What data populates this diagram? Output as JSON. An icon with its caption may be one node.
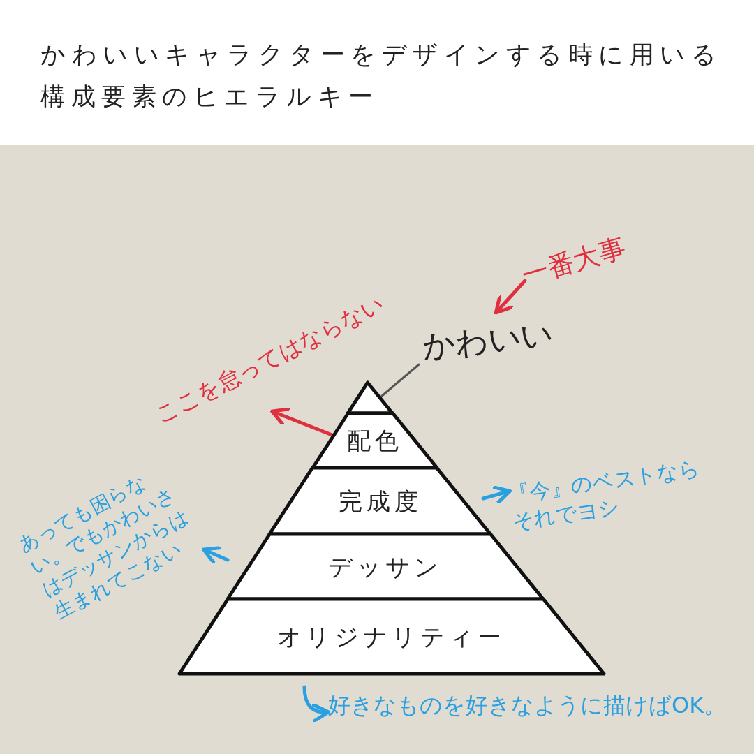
{
  "diagram": {
    "title": "かわいいキャラクターをデザインする時に用いる構成要素のヒエラルキー",
    "nodes": [
      {
        "text": [
          "かわいい"
        ]
      },
      {
        "text": [],
        "shape": "triangle"
      },
      {
        "text": [
          "配色"
        ]
      },
      {
        "text": [
          "完成度"
        ]
      },
      {
        "text": [
          "デッサン"
        ]
      },
      {
        "text": [
          "オリジナリティー"
        ]
      },
      {
        "text": [
          "一番大事"
        ]
      },
      {
        "text": [
          "ここを怠ってはならない"
        ]
      },
      {
        "text": [
          "『今』のベストならそれでヨシ"
        ]
      },
      {
        "text": [
          "あっても困らない。でもかわいさはデッサンからは生まれてこない"
        ]
      },
      {
        "text": [
          "好きなものを好きなように描けばOK。"
        ]
      }
    ],
    "edges": [
      {
        "from": 0,
        "to": 1,
        "arrow": "none",
        "color": "#555555"
      },
      {
        "from": 6,
        "to": 0,
        "arrow": "to",
        "color": "#e03040"
      },
      {
        "from": 2,
        "to": 7,
        "arrow": "to",
        "color": "#e03040"
      },
      {
        "from": 3,
        "to": 8,
        "arrow": "to",
        "color": "#2aa0e0"
      },
      {
        "from": 4,
        "to": 9,
        "arrow": "to",
        "color": "#2aa0e0"
      },
      {
        "from": 5,
        "to": 10,
        "arrow": "to",
        "color": "#2aa0e0"
      }
    ]
  }
}
